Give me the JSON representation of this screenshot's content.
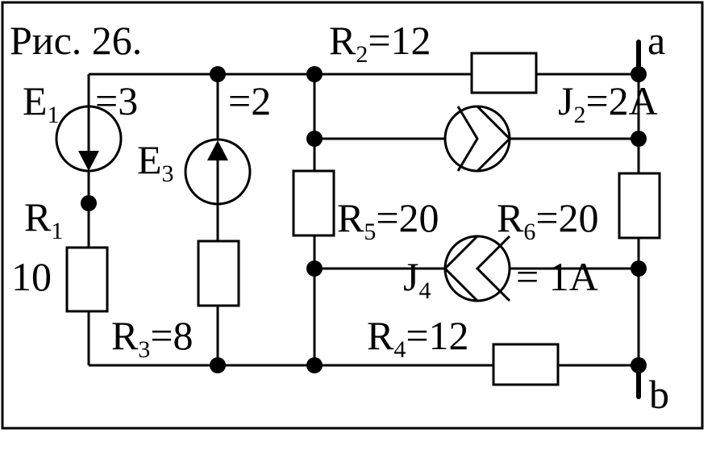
{
  "figure": {
    "caption": "Рис. 26."
  },
  "labels": {
    "E1": {
      "letter": "E",
      "sub": "1",
      "value": "=3"
    },
    "E3": {
      "letter": "E",
      "sub": "3",
      "value": "=2"
    },
    "R1": {
      "letter": "R",
      "sub": "1",
      "value": "10"
    },
    "R2": {
      "letter": "R",
      "sub": "2",
      "value": "=12"
    },
    "R3": {
      "letter": "R",
      "sub": "3",
      "value": "=8"
    },
    "R4": {
      "letter": "R",
      "sub": "4",
      "value": "=12"
    },
    "R5": {
      "letter": "R",
      "sub": "5",
      "value": "=20"
    },
    "R6": {
      "letter": "R",
      "sub": "6",
      "value": "=20"
    },
    "J2": {
      "letter": "J",
      "sub": "2",
      "value": "=2A"
    },
    "J4": {
      "letter": "J",
      "sub": "4",
      "value": "= 1A"
    }
  },
  "terminals": {
    "a": "a",
    "b": "b"
  }
}
